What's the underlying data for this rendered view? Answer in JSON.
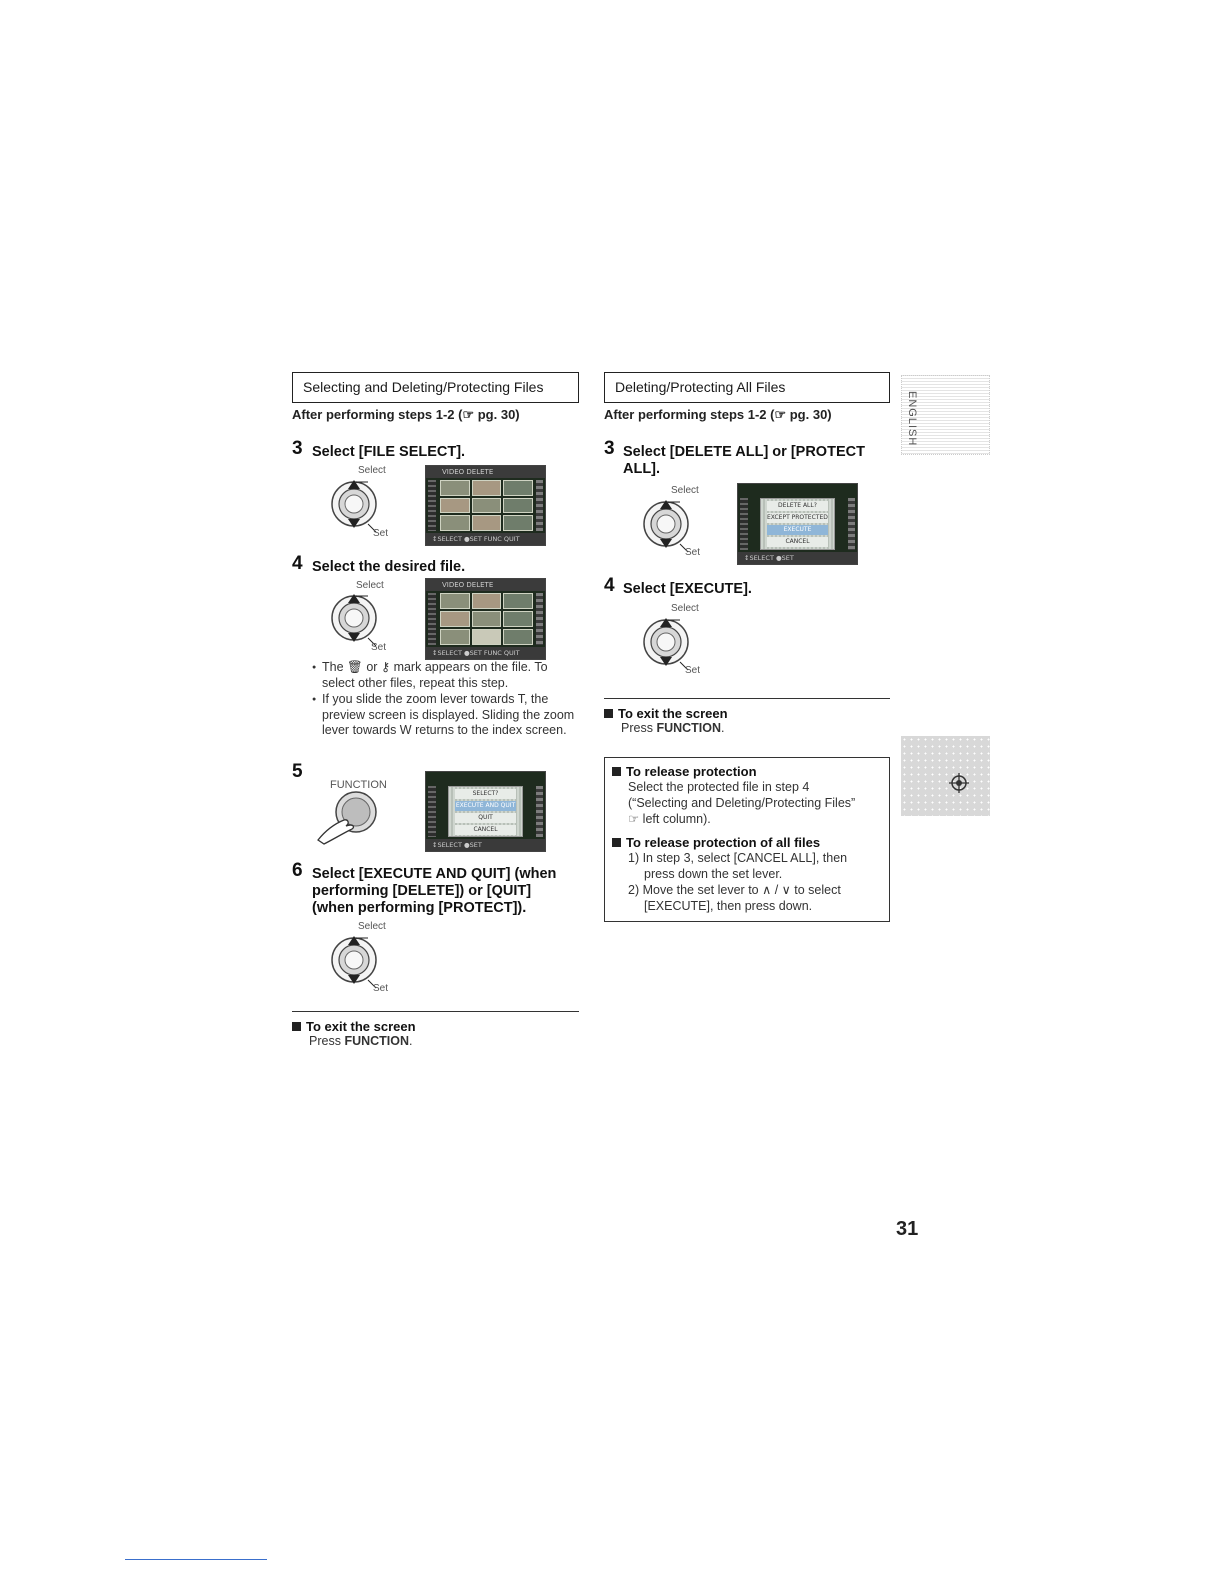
{
  "left": {
    "section_title": "Selecting and Deleting/Protecting Files",
    "after_steps": "After performing steps 1-2 (☞ pg. 30)",
    "step3": {
      "num": "3",
      "text": "Select [FILE SELECT]."
    },
    "step4": {
      "num": "4",
      "text": "Select the desired file."
    },
    "bullets": [
      "The 🗑 or ⚷ mark appears on the file. To select other files, repeat this step.",
      "If you slide the zoom lever towards T, the preview screen is displayed. Sliding the zoom lever towards W returns to the index screen."
    ],
    "step5": {
      "num": "5",
      "function_label": "FUNCTION"
    },
    "step6": {
      "num": "6",
      "text_line1": "Select [EXECUTE AND QUIT] (when",
      "text_line2": "performing [DELETE]) or [QUIT]",
      "text_line3": "(when performing [PROTECT])."
    },
    "exit_title": "To exit the screen",
    "exit_text_prefix": "Press ",
    "exit_text_bold": "FUNCTION",
    "exit_text_suffix": "."
  },
  "right": {
    "section_title": "Deleting/Protecting All Files",
    "after_steps": "After performing steps 1-2 (☞ pg. 30)",
    "step3": {
      "num": "3",
      "text_line1": "Select [DELETE ALL] or [PROTECT",
      "text_line2": "ALL]."
    },
    "step4": {
      "num": "4",
      "text": "Select [EXECUTE]."
    },
    "exit_title": "To exit the screen",
    "exit_text_prefix": "Press ",
    "exit_text_bold": "FUNCTION",
    "exit_text_suffix": ".",
    "release": {
      "title": "To release protection",
      "line1": "Select the protected file in step 4",
      "line2": "(“Selecting and Deleting/Protecting Files”",
      "line3": "☞ left column).",
      "all_title": "To release protection of all files",
      "item1_a": "1) In step 3, select [CANCEL ALL], then",
      "item1_b": "press down the set lever.",
      "item2_a": "2) Move the set lever to ∧ / ∨ to select",
      "item2_b": "[EXECUTE], then press down."
    }
  },
  "dial_labels": {
    "select": "Select",
    "set": "Set"
  },
  "lcd": {
    "video_delete": "VIDEO DELETE",
    "select_set": "↕SELECT ●SET",
    "select_set_quit": "↕SELECT ●SET  FUNC QUIT",
    "menu_select_title": "SELECT?",
    "menu_items": [
      "EXECUTE AND QUIT",
      "QUIT",
      "CANCEL"
    ],
    "delete_all_title": "DELETE ALL?",
    "delete_all_sub": "EXCEPT PROTECTED FILE",
    "delete_all_items": [
      "EXECUTE",
      "CANCEL"
    ],
    "quit_hint": "↕SELECT ●SET"
  },
  "sidebar": {
    "language": "ENGLISH"
  },
  "page_number": "31"
}
